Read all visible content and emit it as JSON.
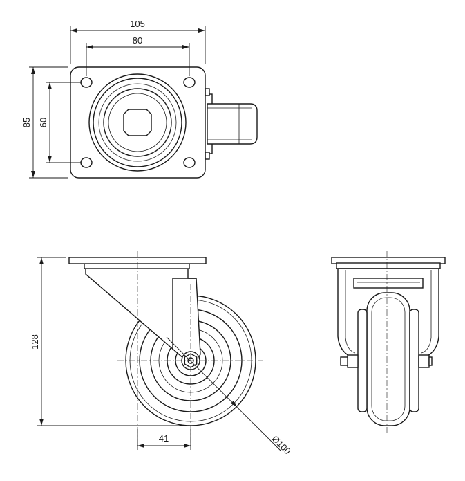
{
  "dimensions": {
    "plate_width": "105",
    "hole_spacing_x": "80",
    "plate_height": "85",
    "hole_spacing_y": "60",
    "overall_height": "128",
    "offset": "41",
    "wheel_diameter": "Ø100"
  },
  "colors": {
    "line": "#1a1a1a",
    "background": "#ffffff"
  }
}
